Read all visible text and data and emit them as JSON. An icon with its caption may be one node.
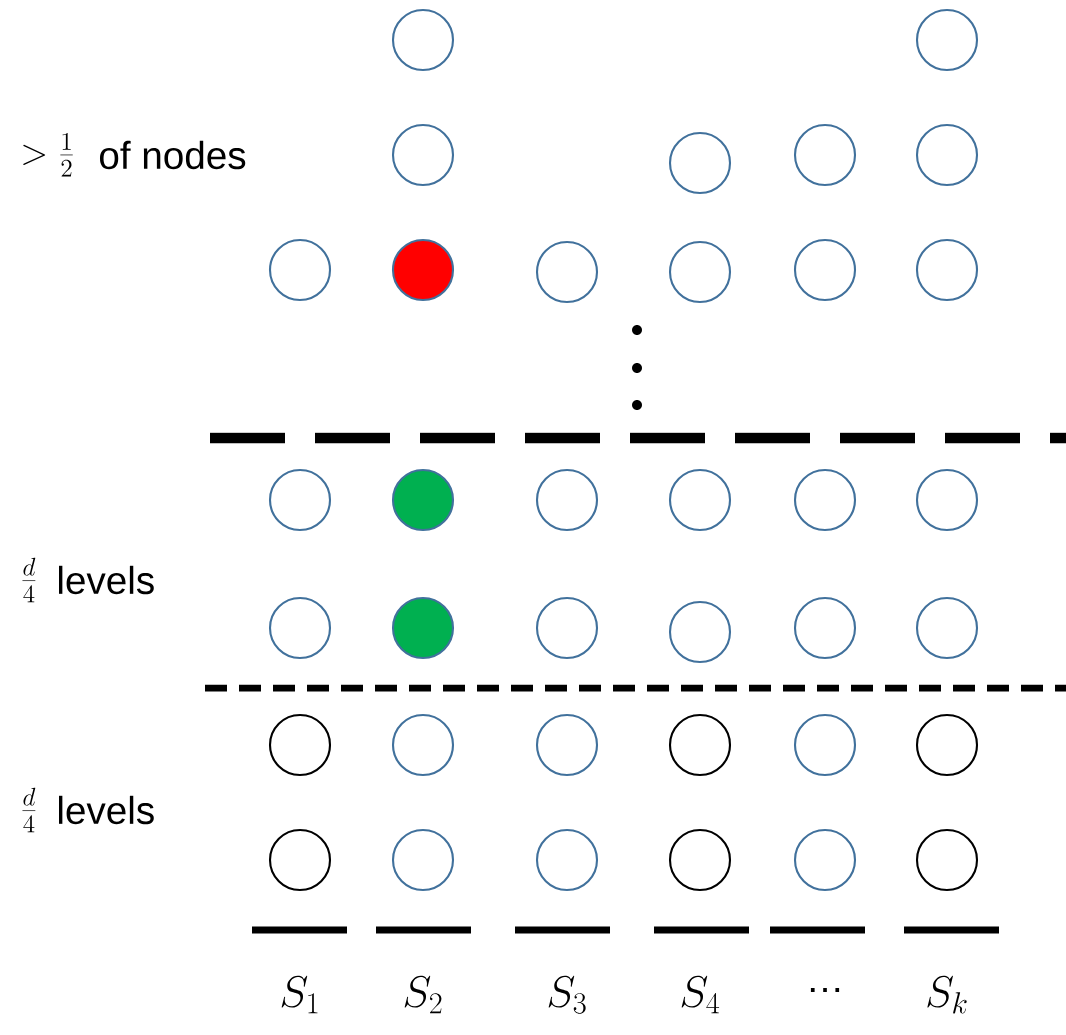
{
  "diagram": {
    "nodes": [
      {
        "text": [],
        "shape": "circle"
      },
      {
        "text": [],
        "shape": "circle"
      },
      {
        "text": [],
        "shape": "circle"
      },
      {
        "text": [],
        "shape": "circle"
      },
      {
        "text": [],
        "shape": "circle"
      },
      {
        "text": [],
        "shape": "circle"
      },
      {
        "text": [],
        "shape": "circle"
      },
      {
        "text": [],
        "shape": "circle"
      },
      {
        "text": [],
        "shape": "circle"
      },
      {
        "text": [],
        "shape": "circle"
      },
      {
        "text": [],
        "shape": "circle"
      },
      {
        "text": [],
        "shape": "circle"
      },
      {
        "text": [],
        "shape": "circle"
      },
      {
        "text": [],
        "shape": "circle"
      },
      {
        "text": [],
        "shape": "circle"
      },
      {
        "text": [],
        "shape": "circle"
      },
      {
        "text": [],
        "shape": "circle"
      },
      {
        "text": [],
        "shape": "circle"
      },
      {
        "text": [],
        "shape": "circle"
      },
      {
        "text": [],
        "shape": "circle"
      },
      {
        "text": [],
        "shape": "circle"
      },
      {
        "text": [],
        "shape": "circle"
      },
      {
        "text": [],
        "shape": "circle"
      },
      {
        "text": [],
        "shape": "circle"
      },
      {
        "text": [],
        "shape": "circle"
      },
      {
        "text": [],
        "shape": "circle"
      },
      {
        "text": [],
        "shape": "circle"
      },
      {
        "text": [],
        "shape": "circle"
      },
      {
        "text": [],
        "shape": "circle"
      },
      {
        "text": [],
        "shape": "circle"
      },
      {
        "text": [],
        "shape": "circle"
      },
      {
        "text": [],
        "shape": "circle"
      },
      {
        "text": [],
        "shape": "circle"
      },
      {
        "text": [],
        "shape": "circle"
      },
      {
        "text": [],
        "shape": "circle"
      },
      {
        "text": [],
        "shape": "circle"
      }
    ],
    "labels": [
      ">\\frac{1}{2}",
      "of nodes",
      "\\frac{d}{4}",
      "levels",
      "\\frac{d}{4}",
      "levels",
      "S_1",
      "S_2",
      "S_3",
      "S_4",
      "…",
      "S_k"
    ]
  }
}
